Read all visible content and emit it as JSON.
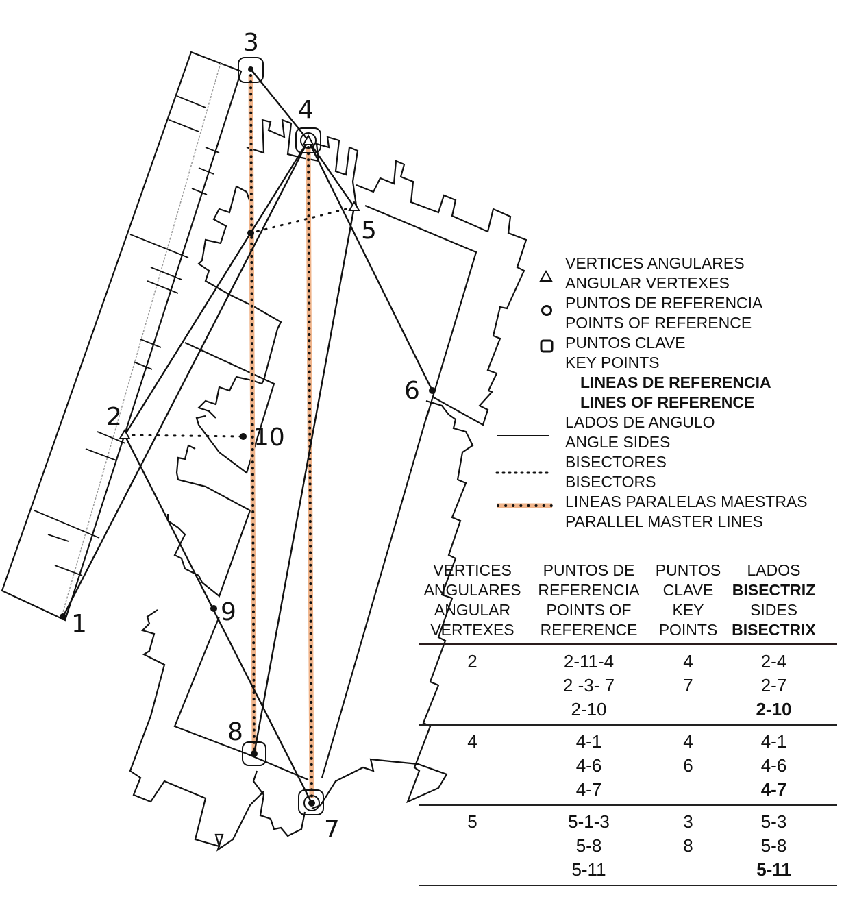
{
  "point_labels": [
    "1",
    "2",
    "3",
    "4",
    "5",
    "6",
    "7",
    "8",
    "9",
    "10"
  ],
  "legend": {
    "vertices": [
      "VERTICES ANGULARES",
      "ANGULAR VERTEXES"
    ],
    "reference_points": [
      "PUNTOS DE REFERENCIA",
      "POINTS OF REFERENCE"
    ],
    "key_points": [
      "PUNTOS CLAVE",
      "KEY POINTS"
    ],
    "lines_heading": [
      "LINEAS DE REFERENCIA",
      "LINES OF REFERENCE"
    ],
    "angle_sides": [
      "LADOS DE ANGULO",
      "ANGLE SIDES"
    ],
    "bisectors": [
      "BISECTORES",
      "BISECTORS"
    ],
    "master_lines": [
      "LINEAS PARALELAS MAESTRAS",
      "PARALLEL MASTER LINES"
    ]
  },
  "colors": {
    "master_line": "#f0b48a",
    "ink": "#111111"
  },
  "table": {
    "headers": [
      [
        "VERTICES",
        "ANGULARES",
        "ANGULAR",
        "VERTEXES"
      ],
      [
        "PUNTOS DE",
        "REFERENCIA",
        "POINTS OF",
        "REFERENCE"
      ],
      [
        "PUNTOS",
        "CLAVE",
        "KEY",
        "POINTS"
      ],
      [
        "LADOS",
        "BISECTRIZ",
        "SIDES",
        "BISECTRIX"
      ]
    ],
    "groups": [
      {
        "vertex": "2",
        "refs": [
          "2-11-4",
          "2 -3- 7",
          "2-10"
        ],
        "keys": [
          "4",
          "7",
          ""
        ],
        "sides": [
          "2-4",
          "2-7",
          "2-10"
        ]
      },
      {
        "vertex": "4",
        "refs": [
          "4-1",
          "4-6",
          "4-7"
        ],
        "keys": [
          "4",
          "6",
          ""
        ],
        "sides": [
          "4-1",
          "4-6",
          "4-7"
        ]
      },
      {
        "vertex": "5",
        "refs": [
          "5-1-3",
          "5-8",
          "5-11"
        ],
        "keys": [
          "3",
          "8",
          ""
        ],
        "sides": [
          "5-3",
          "5-8",
          "5-11"
        ]
      }
    ]
  }
}
